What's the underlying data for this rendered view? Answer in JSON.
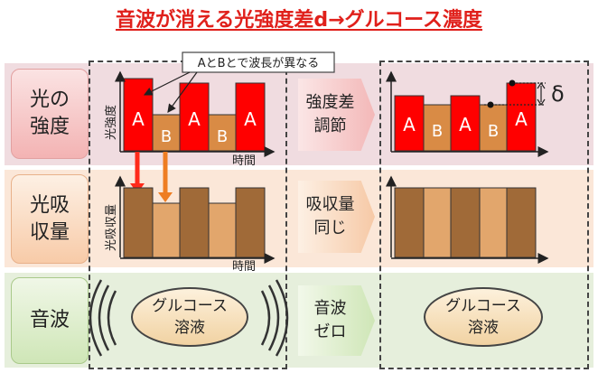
{
  "title": "音波が消える光強度差d→グルコース濃度",
  "row_labels": [
    "光の\n強度",
    "光吸\n収量",
    "音波"
  ],
  "callout": "AとBとで波長が異なる",
  "axis": {
    "y_intensity": "光強度",
    "y_absorption": "光吸収量",
    "x_time": "時間"
  },
  "bar_labels_left": [
    "A",
    "B",
    "A",
    "B",
    "A"
  ],
  "bar_labels_right": [
    "A",
    "B",
    "A",
    "B",
    "A"
  ],
  "middle_arrows": [
    "強度差\n調節",
    "吸収量\n同じ",
    "音波\nゼロ"
  ],
  "solution_left": "グルコース\n溶液",
  "solution_right": "グルコース\n溶液",
  "delta_symbol": "δ",
  "colors": {
    "title": "#e0201b",
    "bar_A": "#ff0000",
    "bar_B": "#d98b45",
    "absorb_dark": "#a06a38",
    "absorb_light": "#e2a66c",
    "arrow_red": "#ff2a1a",
    "arrow_orange": "#ee7d22"
  }
}
